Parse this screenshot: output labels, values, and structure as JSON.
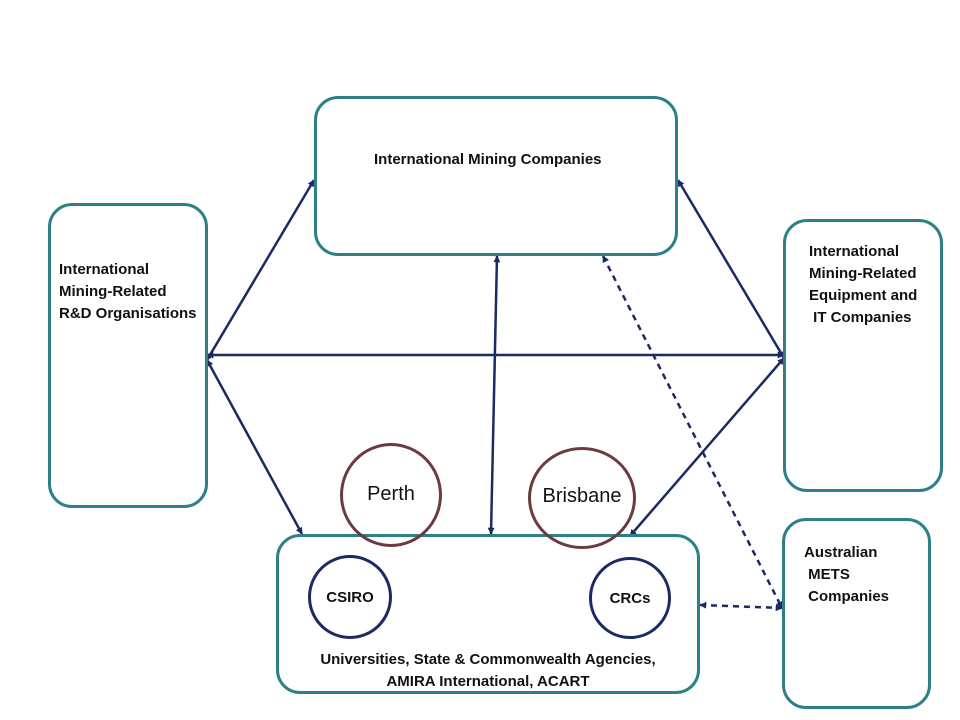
{
  "nodes": {
    "intl_mining": {
      "label": "International Mining Companies"
    },
    "intl_rd": {
      "label": "International\nMining-Related\nR&D Organisations"
    },
    "intl_equip": {
      "label": "International\nMining-Related\nEquipment and\n IT Companies"
    },
    "aus_mets": {
      "label": "Australian\n METS\n Companies"
    },
    "research": {
      "label": "Universities, State & Commonwealth Agencies,\nAMIRA International, ACART"
    }
  },
  "circles": {
    "perth": "Perth",
    "brisbane": "Brisbane",
    "csiro": "CSIRO",
    "crcs": "CRCs"
  },
  "colors": {
    "box_border": "#2e7f88",
    "arrow": "#1c2a63",
    "city_circle": "#6b3b3f",
    "org_circle": "#1c2a63"
  }
}
